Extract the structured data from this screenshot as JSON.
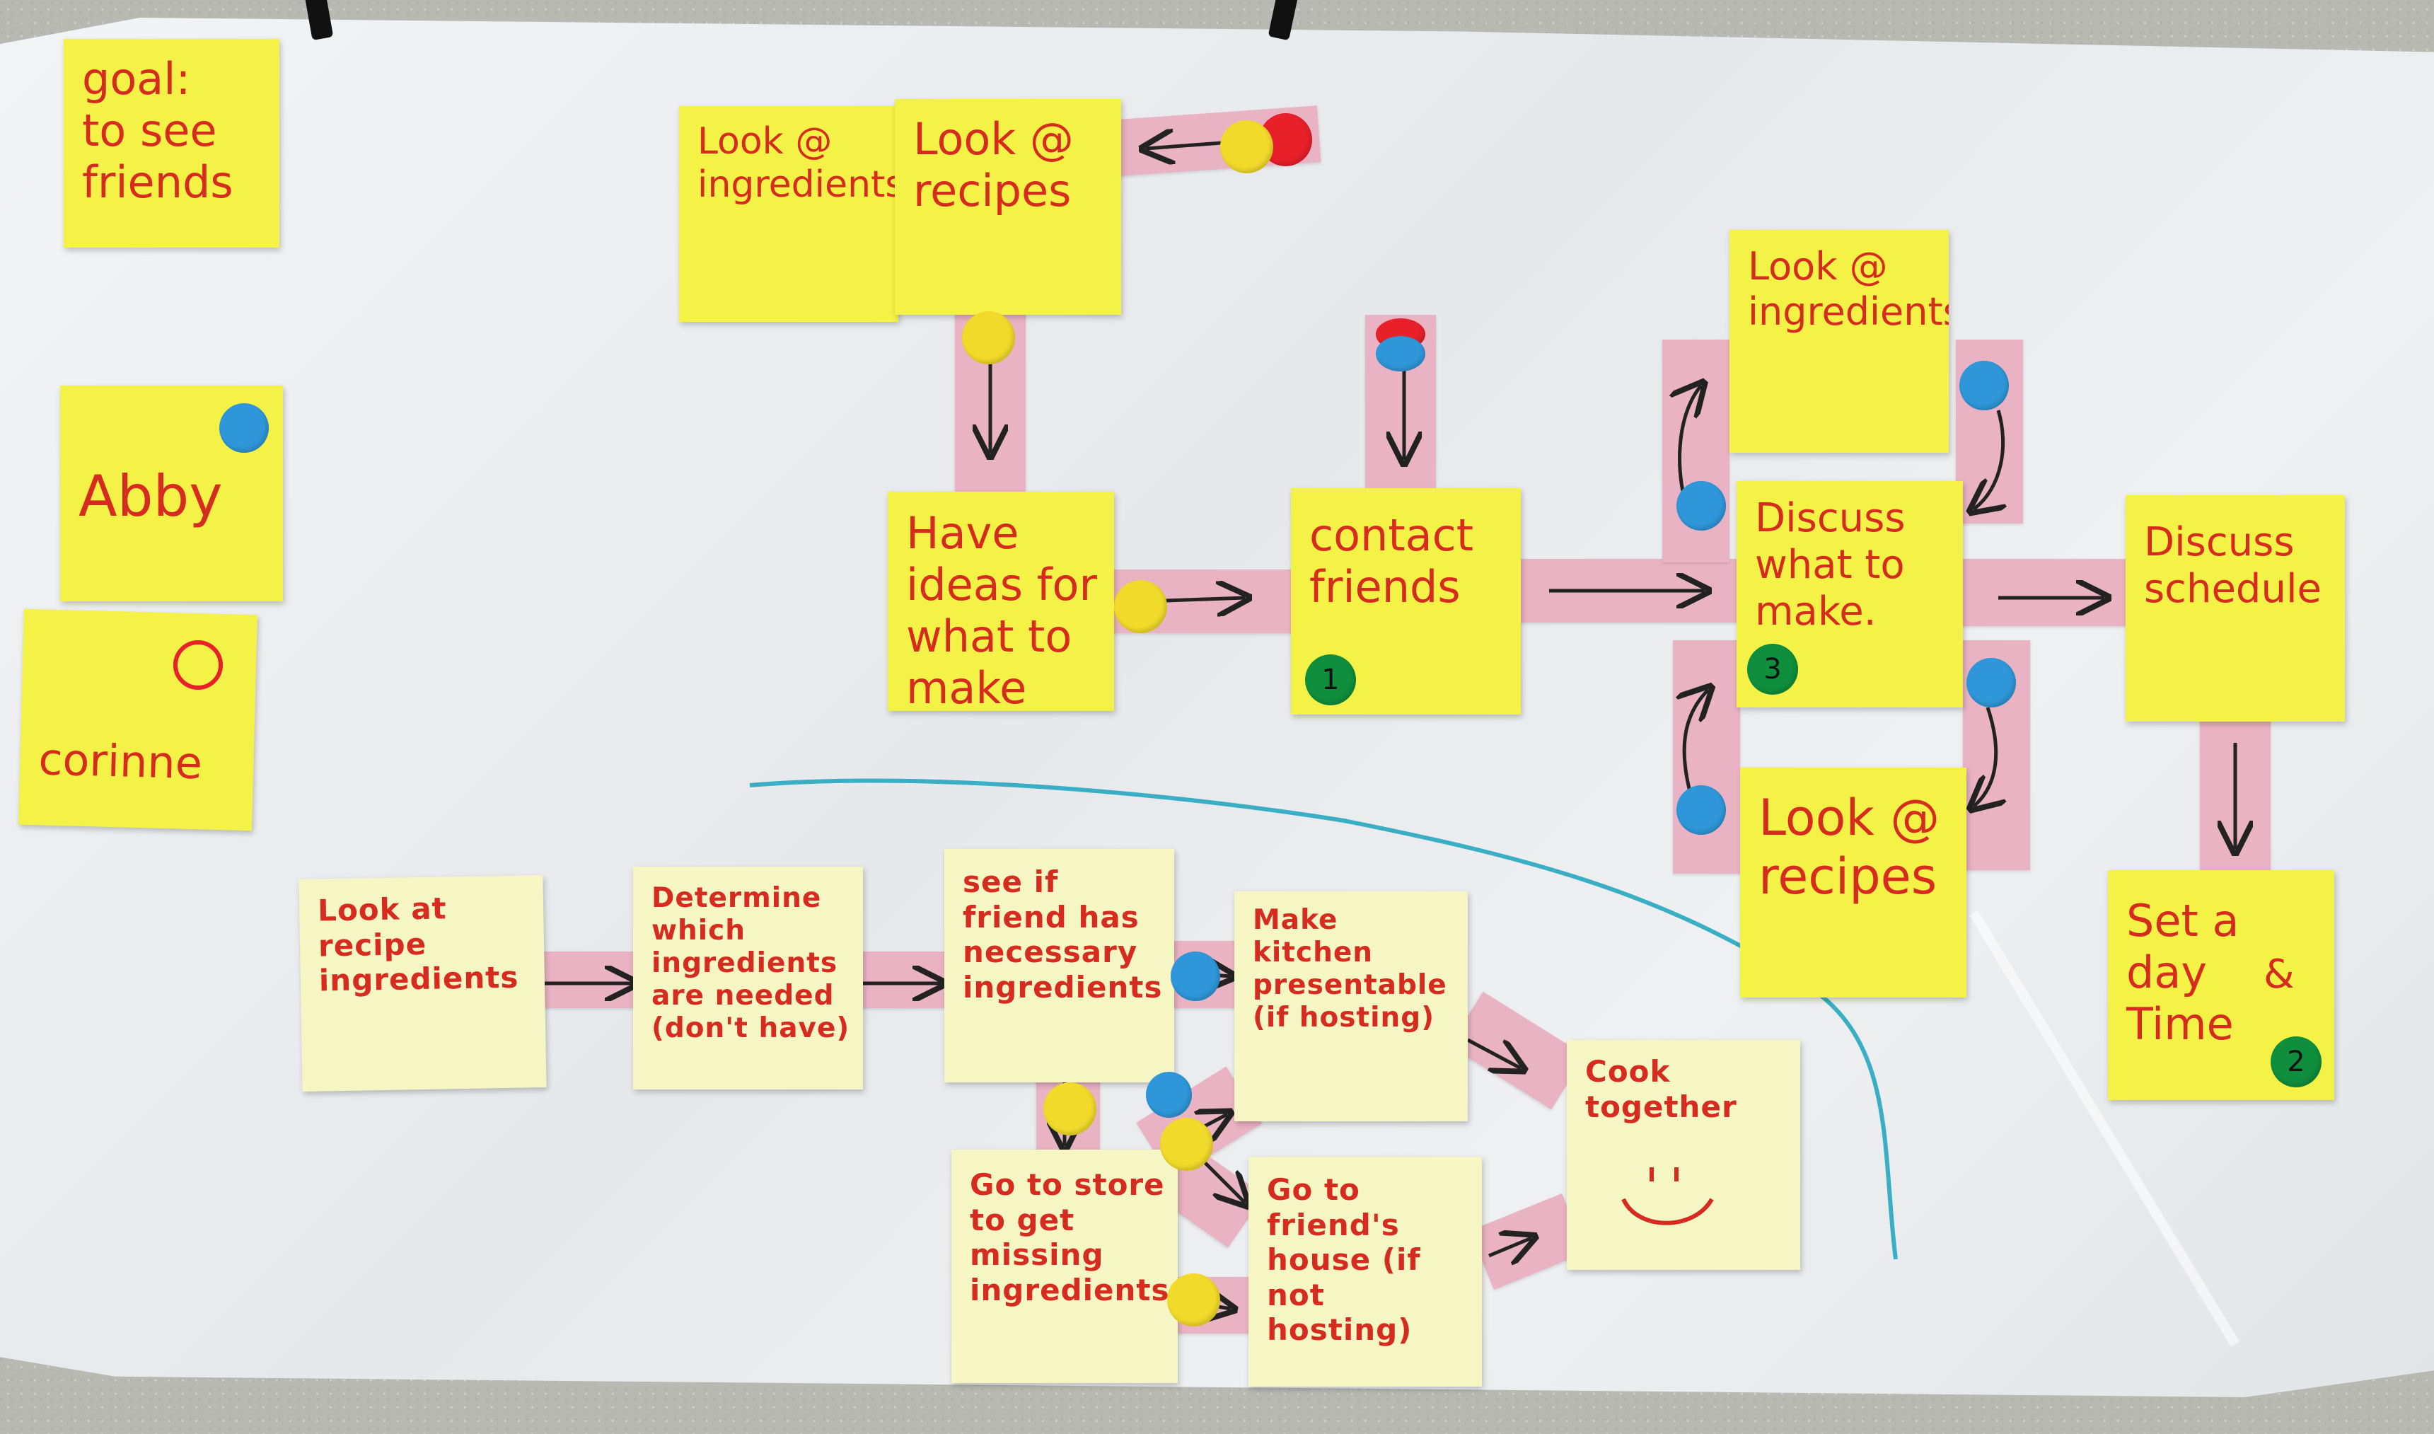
{
  "notes": {
    "goal": "goal:\nto see\nfriends",
    "abby": "Abby",
    "corinne": "corinne",
    "look_ingredients_top": "Look @\ningredients",
    "look_recipes_top": "Look @\nrecipes",
    "have_ideas": "Have\nideas for\nwhat to\nmake",
    "contact_friends": "contact\nfriends",
    "look_ingredients_right": "Look @\ningredients",
    "discuss_what": "Discuss\nwhat to\nmake.",
    "look_recipes_right": "Look @\nrecipes",
    "discuss_schedule": "Discuss\nschedule",
    "set_day_time": "Set a\nday\nTime",
    "set_day_amp": "&",
    "look_recipe_ingredients": "Look at\nrecipe\ningredients",
    "determine": "Determine\nwhich\ningredients\nare needed\n(don't have)",
    "see_if_friend": "see if\nfriend has\nnecessary\ningredients",
    "make_kitchen": "Make kitchen\npresentable\n(if hosting)",
    "cook_together": "Cook\ntogether",
    "go_store": "Go to store\nto get\nmissing\ningredients",
    "go_friends": "Go to\nfriend's\nhouse (if\nnot hosting)"
  },
  "markers": {
    "contact_friends": "1",
    "set_day_time": "2",
    "discuss_what": "3"
  },
  "colors": {
    "note_yellow": "#f4f246",
    "note_cream": "#f6f6c4",
    "ink_red": "#d62b1f",
    "tape_pink": "#eab3c3",
    "dot_yellow": "#f2da2a",
    "dot_red": "#e8202a",
    "dot_blue": "#2f97d9",
    "dot_green": "#0f8f3d",
    "ink_blue_line": "#3aaec4"
  }
}
